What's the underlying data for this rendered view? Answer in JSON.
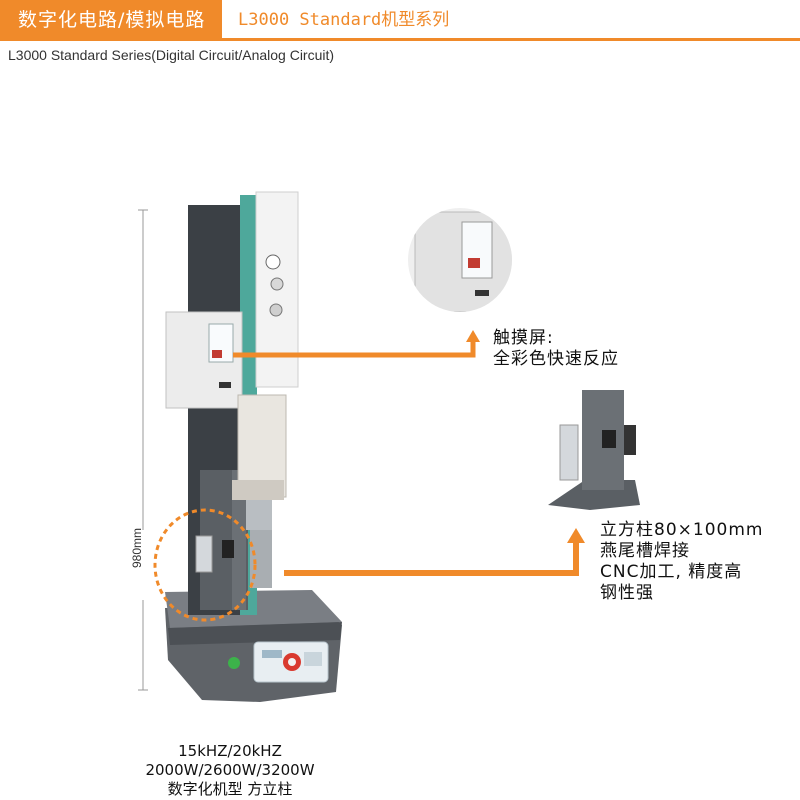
{
  "header": {
    "tab_label": "数字化电路/模拟电路",
    "title": "L3000 Standard机型系列",
    "accent_color": "#f08a2a"
  },
  "subtitle": "L3000 Standard Series(Digital Circuit/Analog Circuit)",
  "dimension_label": "980mm",
  "callouts": {
    "touchscreen": {
      "lines": [
        "触摸屏:",
        "全彩色快速反应"
      ]
    },
    "column": {
      "lines": [
        "立方柱80×100mm",
        "燕尾槽焊接",
        "CNC加工, 精度高",
        "钢性强"
      ]
    }
  },
  "caption": {
    "lines": [
      "15kHZ/20kHZ",
      "2000W/2600W/3200W",
      "数字化机型 方立柱"
    ]
  },
  "icons": {
    "machine": "ultrasonic-welder-illustration",
    "detail_screen": "touchscreen-detail-circle",
    "detail_column": "column-detail-crop",
    "arrows": "up-arrow-connector"
  }
}
